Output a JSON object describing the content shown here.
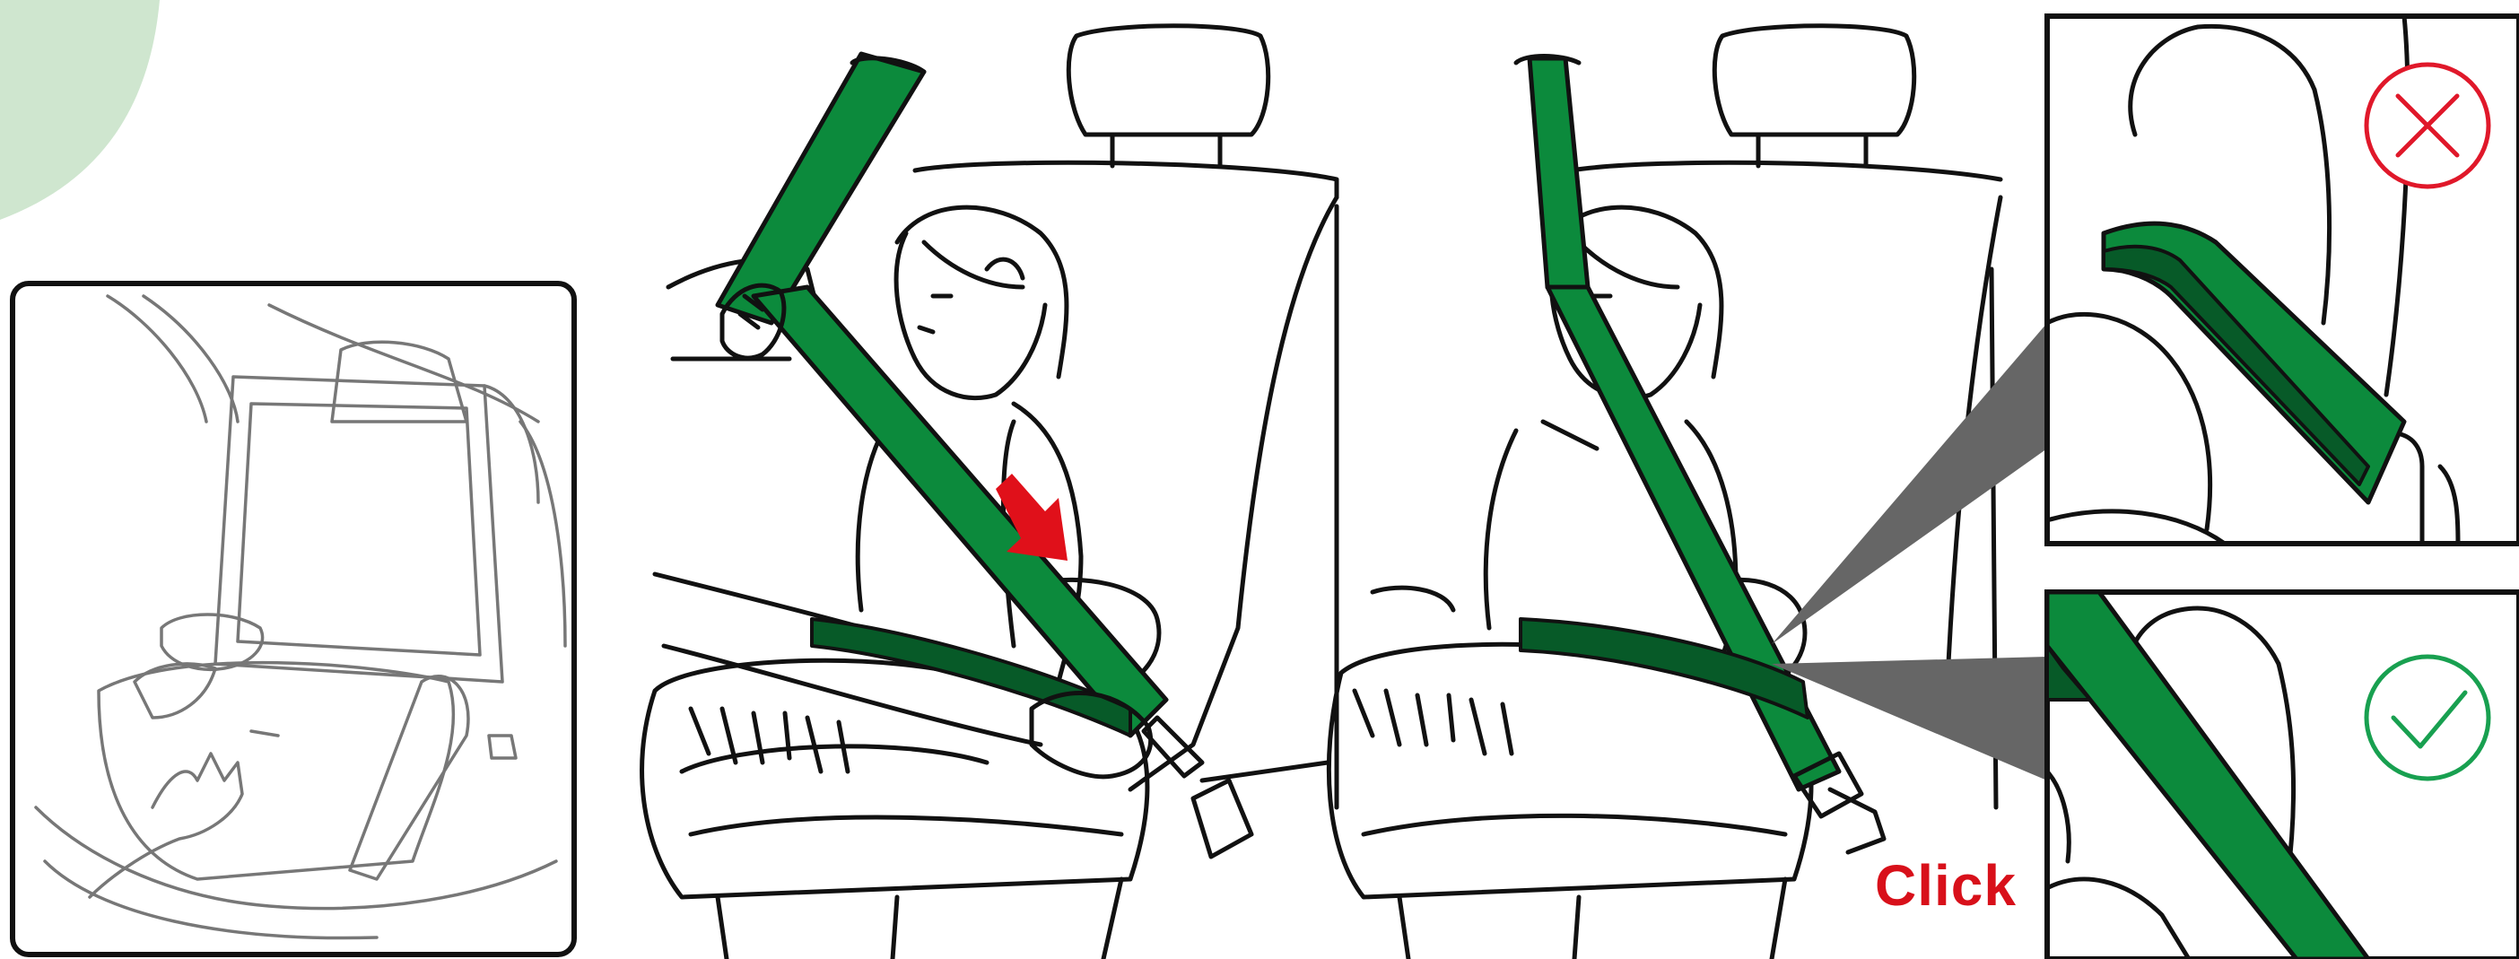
{
  "labels": {
    "click": "Click"
  },
  "colors": {
    "belt_green": "#0c8a3c",
    "belt_dark": "#075a28",
    "arrow_red": "#e0101a",
    "wrong_red": "#e0182a",
    "correct_green": "#18a050",
    "corner_blob": "#cfe6cf",
    "pointer_gray": "#666666"
  },
  "steps": [
    {
      "id": "place-seat",
      "icon": "booster-seat-placement"
    },
    {
      "id": "pull-belt",
      "icon": "hand-pulling-belt",
      "arrow": "red-direction-arrow"
    },
    {
      "id": "buckle-belt",
      "icon": "buckled-belt"
    }
  ],
  "detail_panels": [
    {
      "status": "wrong",
      "icon": "cross-circle-icon"
    },
    {
      "status": "correct",
      "icon": "check-circle-icon"
    }
  ]
}
